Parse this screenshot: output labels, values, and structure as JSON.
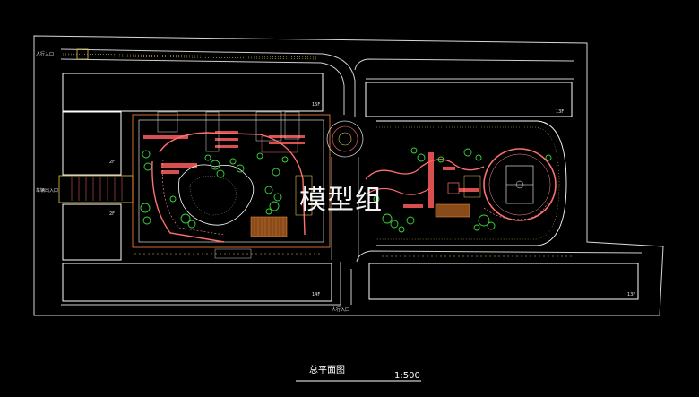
{
  "plan": {
    "watermark": "模型组",
    "caption_title": "总平面图",
    "caption_scale": "1:500",
    "floor_labels": {
      "top_left_block": "15F",
      "top_right_block": "13F",
      "bottom_left_block": "14F",
      "bottom_right_block": "13F",
      "left_upper": "2F",
      "left_lower": "2F"
    },
    "entrances": {
      "top": "人行入口",
      "bottom": "人行入口",
      "left": "车辆出入口"
    },
    "colors": {
      "background": "#000000",
      "lines": "#ffffff",
      "paving": "#ff6060",
      "planting": "#3ad43a",
      "accent_yellow": "#e8d34a",
      "accent_orange": "#e0873a"
    }
  }
}
